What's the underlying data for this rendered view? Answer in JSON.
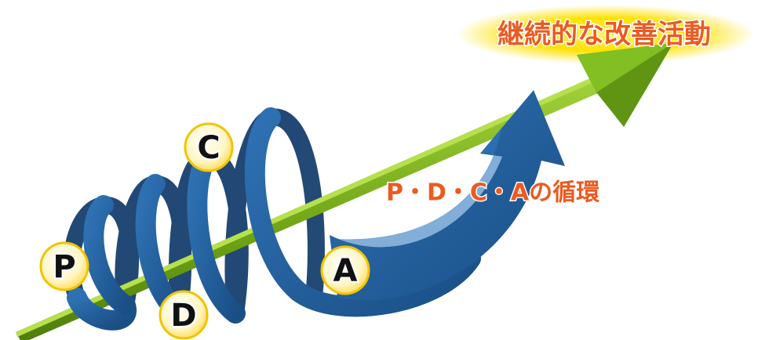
{
  "title": "継続的な改善活動",
  "cycle_label": "P・D・C・Aの循環",
  "stages": [
    {
      "letter": "P"
    },
    {
      "letter": "D"
    },
    {
      "letter": "C"
    },
    {
      "letter": "A"
    }
  ],
  "colors": {
    "accent_text": "#ec5a21",
    "glow": "#ffe400",
    "arrow_green": "#7bb21c",
    "arrow_green_dark": "#4e7d0e",
    "spiral_blue": "#1f5d9c",
    "spiral_blue_dark": "#173f6e",
    "badge_fill": "#fffbe0",
    "badge_ring": "#f3c300"
  }
}
